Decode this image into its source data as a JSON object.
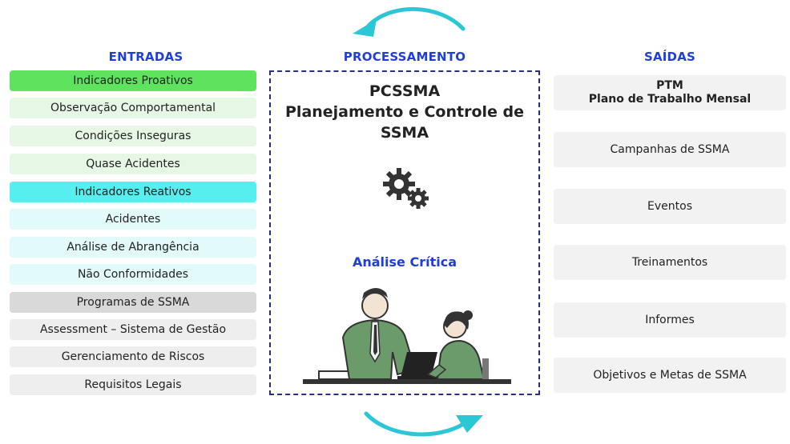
{
  "columns": {
    "entradas": "ENTRADAS",
    "processamento": "PROCESSAMENTO",
    "saidas": "SAÍDAS"
  },
  "entradas": [
    {
      "label": "Indicadores Proativos",
      "color": "#5fe35f"
    },
    {
      "label": "Observação Comportamental",
      "color": "#e6f7e6"
    },
    {
      "label": "Condições Inseguras",
      "color": "#e6f7e6"
    },
    {
      "label": "Quase Acidentes",
      "color": "#e6f7e6"
    },
    {
      "label": "Indicadores Reativos",
      "color": "#57eef0"
    },
    {
      "label": "Acidentes",
      "color": "#e3fafa"
    },
    {
      "label": "Análise de Abrangência",
      "color": "#e3fafa"
    },
    {
      "label": "Não Conformidades",
      "color": "#e3fafa"
    },
    {
      "label": "Programas de SSMA",
      "color": "#d9d9d9"
    },
    {
      "label": "Assessment – Sistema de Gestão",
      "color": "#eeeeee"
    },
    {
      "label": "Gerenciamento de Riscos",
      "color": "#eeeeee"
    },
    {
      "label": "Requisitos Legais",
      "color": "#eeeeee"
    }
  ],
  "processamento": {
    "line1": "PCSSMA",
    "line2": "Planejamento e Controle de",
    "line3": "SSMA",
    "analise": "Análise Crítica",
    "gear_icon": "gears-icon",
    "illustration": "people-at-laptop-illustration",
    "border_color": "#2b2f7a"
  },
  "saidas": [
    {
      "title": "PTM",
      "subtitle": "Plano de Trabalho Mensal"
    },
    {
      "label": "Campanhas de SSMA"
    },
    {
      "label": "Eventos"
    },
    {
      "label": "Treinamentos"
    },
    {
      "label": "Informes"
    },
    {
      "label": "Objetivos e Metas de SSMA"
    }
  ],
  "colors": {
    "accent_blue": "#1f3fd6",
    "arrow_cyan": "#2cc7d6"
  }
}
